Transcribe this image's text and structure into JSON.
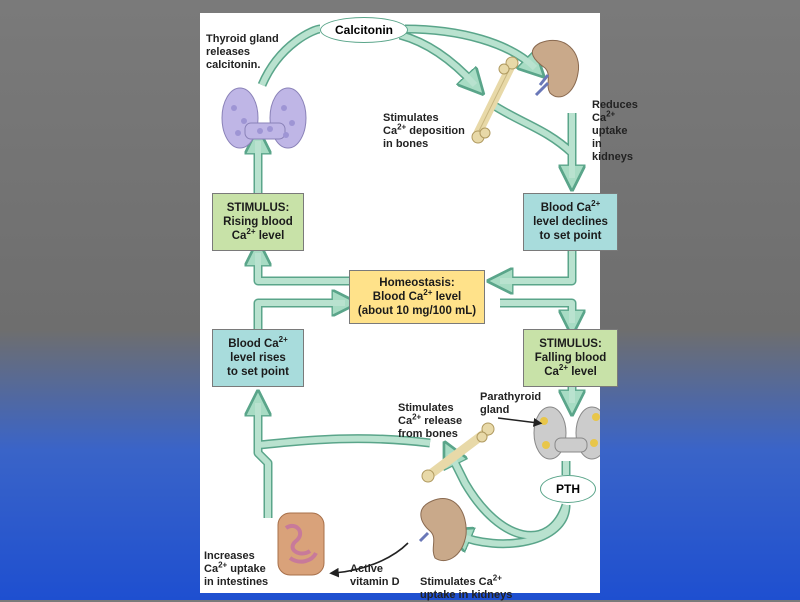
{
  "diagram": {
    "hormones": {
      "calcitonin": "Calcitonin",
      "pth": "PTH"
    },
    "boxes": {
      "stimulus_rising": [
        "STIMULUS:",
        "Rising blood",
        "Ca",
        "2+",
        " level"
      ],
      "declines": [
        "Blood Ca",
        "2+",
        "level declines",
        "to set point"
      ],
      "homeostasis": [
        "Homeostasis:",
        "Blood Ca",
        "2+",
        " level",
        "(about 10 mg/100 mL)"
      ],
      "rises": [
        "Blood Ca",
        "2+",
        "level rises",
        "to set point"
      ],
      "stimulus_falling": [
        "STIMULUS:",
        "Falling blood",
        "Ca",
        "2+",
        " level"
      ]
    },
    "labels": {
      "thyroid": "Thyroid gland\nreleases\ncalcitonin.",
      "deposition": [
        "Stimulates",
        "Ca",
        "2+",
        " deposition",
        "in bones"
      ],
      "reduces": [
        "Reduces",
        "Ca",
        "2+",
        " uptake",
        "in kidneys"
      ],
      "release": [
        "Stimulates",
        "Ca",
        "2+",
        " release",
        "from bones"
      ],
      "parathyroid": "Parathyroid\ngland",
      "intestines": [
        "Increases",
        "Ca",
        "2+",
        " uptake",
        "in intestines"
      ],
      "vitamin": "Active\nvitamin D",
      "kidney_uptake": [
        "Stimulates Ca",
        "2+",
        "uptake in kidneys"
      ]
    }
  }
}
